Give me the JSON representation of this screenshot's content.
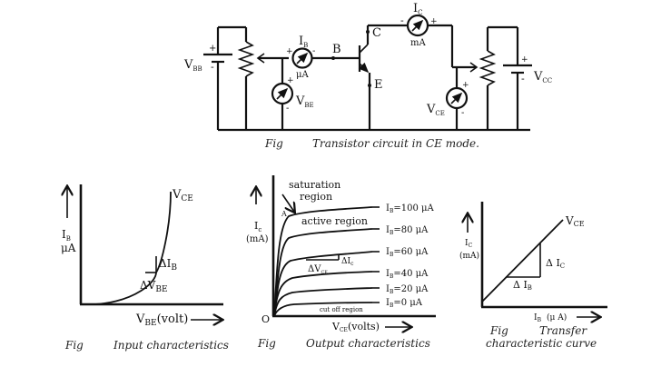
{
  "circuit": {
    "caption_fig": "Fig",
    "caption_title": "Transistor circuit in CE mode.",
    "vbb": {
      "main": "V",
      "sub": "BB",
      "plus": "+",
      "minus": "-"
    },
    "vcc": {
      "main": "V",
      "sub": "CC",
      "plus": "+",
      "minus": "-"
    },
    "ib_meter": {
      "main": "I",
      "sub": "B",
      "unit": "μA",
      "plus": "+",
      "minus": "-"
    },
    "vbe_meter": {
      "main": "V",
      "sub": "BE",
      "plus": "+",
      "minus": "-"
    },
    "ic_meter": {
      "main": "I",
      "sub": "C",
      "unit": "mA",
      "plus": "+",
      "minus": "-"
    },
    "vce_meter": {
      "main": "V",
      "sub": "CE",
      "plus": "+",
      "minus": "-"
    },
    "node_b": "B",
    "node_c": "C",
    "node_e": "E"
  },
  "input_chart": {
    "caption_fig": "Fig",
    "caption_title": "Input characteristics",
    "ylabel_main": "I",
    "ylabel_sub": "B",
    "ylabel_unit": "μA",
    "xlabel_main": "V",
    "xlabel_sub": "BE",
    "xlabel_unit": "(volt)",
    "curve_label_main": "V",
    "curve_label_sub": "CE",
    "delta_y_main": "ΔI",
    "delta_y_sub": "B",
    "delta_x_main": "ΔV",
    "delta_x_sub": "BE"
  },
  "output_chart": {
    "caption_fig": "Fig",
    "caption_title": "Output characteristics",
    "ylabel_main": "I",
    "ylabel_sub": "c",
    "ylabel_unit": "(mA)",
    "xlabel_main": "V",
    "xlabel_sub": "CE",
    "xlabel_unit": "(volts)",
    "origin": "O",
    "point_a": "A",
    "saturation_line1": "saturation",
    "saturation_line2": "region",
    "active_region": "active region",
    "cutoff_region": "cut off region",
    "delta_ic_main": "ΔI",
    "delta_ic_sub": "c",
    "delta_vce_main": "ΔV",
    "delta_vce_sub": "CE",
    "curves": [
      {
        "main": "I",
        "sub": "B",
        "value": "=100 μA"
      },
      {
        "main": "I",
        "sub": "B",
        "value": "=80 μA"
      },
      {
        "main": "I",
        "sub": "B",
        "value": "=60 μA"
      },
      {
        "main": "I",
        "sub": "B",
        "value": "=40 μA"
      },
      {
        "main": "I",
        "sub": "B",
        "value": "=20 μA"
      },
      {
        "main": "I",
        "sub": "B",
        "value": "=0 μA"
      }
    ]
  },
  "transfer_chart": {
    "caption_fig": "Fig",
    "caption_title_line1": "Transfer",
    "caption_title_line2": "characteristic curve",
    "ylabel_main": "I",
    "ylabel_sub": "C",
    "ylabel_unit": "(mA)",
    "xlabel_main": "I",
    "xlabel_sub": "B",
    "xlabel_unit": "(μ A)",
    "curve_label_main": "V",
    "curve_label_sub": "CE",
    "delta_y_main": "Δ I",
    "delta_y_sub": "C",
    "delta_x_main": "Δ I",
    "delta_x_sub": "B"
  }
}
